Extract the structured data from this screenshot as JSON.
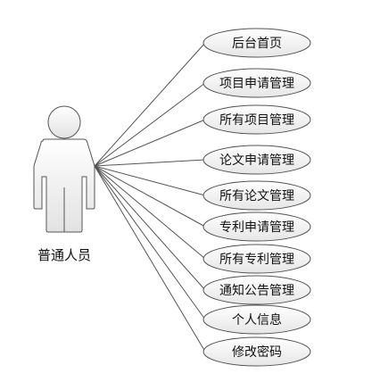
{
  "actor": {
    "name": "普通人员"
  },
  "use_cases": [
    {
      "label": "后台首页"
    },
    {
      "label": "项目申请管理"
    },
    {
      "label": "所有项目管理"
    },
    {
      "label": "论文申请管理"
    },
    {
      "label": "所有论文管理"
    },
    {
      "label": "专利申请管理"
    },
    {
      "label": "所有专利管理"
    },
    {
      "label": "通知公告管理"
    },
    {
      "label": "个人信息"
    },
    {
      "label": "修改密码"
    }
  ],
  "colors": {
    "stroke": "#555555",
    "ellipse_fill_top": "#ffffff",
    "ellipse_fill_bottom": "#e6e6e6",
    "actor_fill_top": "#ffffff",
    "actor_fill_bottom": "#e2e2e2",
    "text": "#111111"
  }
}
